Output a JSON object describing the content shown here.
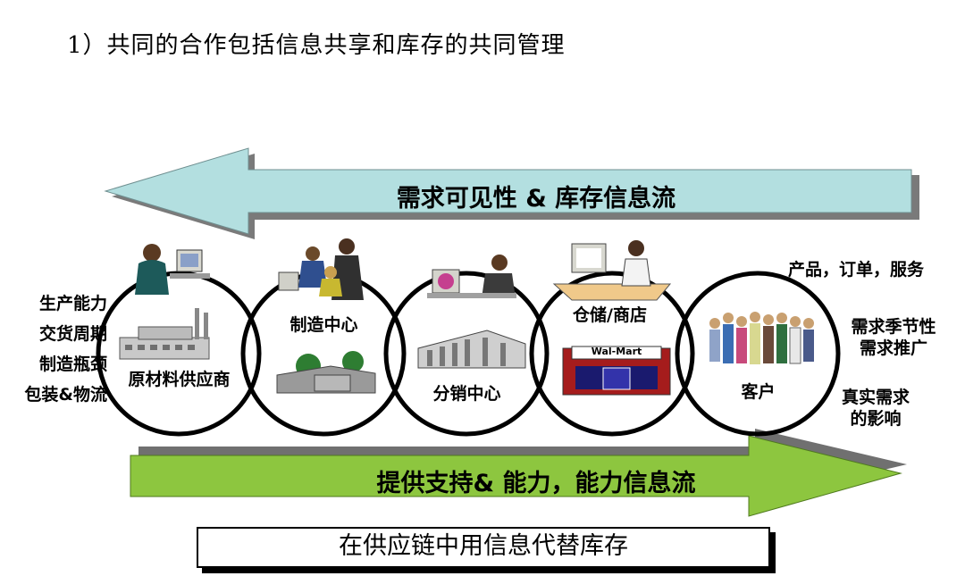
{
  "title": "1）共同的合作包括信息共享和库存的共同管理",
  "top_arrow": {
    "label": "需求可见性 & 库存信息流",
    "color": "#b3dfe0"
  },
  "bottom_arrow": {
    "label": "提供支持& 能力，能力信息流",
    "color": "#8dc63f"
  },
  "left_list": [
    "生产能力",
    "交货周期",
    "制造瓶颈",
    "包装&物流"
  ],
  "nodes": [
    {
      "label": "原材料供应商"
    },
    {
      "label": "制造中心"
    },
    {
      "label": "分销中心"
    },
    {
      "label": "仓储/商店",
      "store_sign": "Wal-Mart"
    },
    {
      "label": "客户"
    }
  ],
  "right_notes": {
    "top": "产品，订单，服务",
    "middle": [
      "需求季节性",
      "需求推广"
    ],
    "bottom": [
      "真实需求",
      "的影响"
    ]
  },
  "footer_box": "在供应链中用信息代替库存"
}
